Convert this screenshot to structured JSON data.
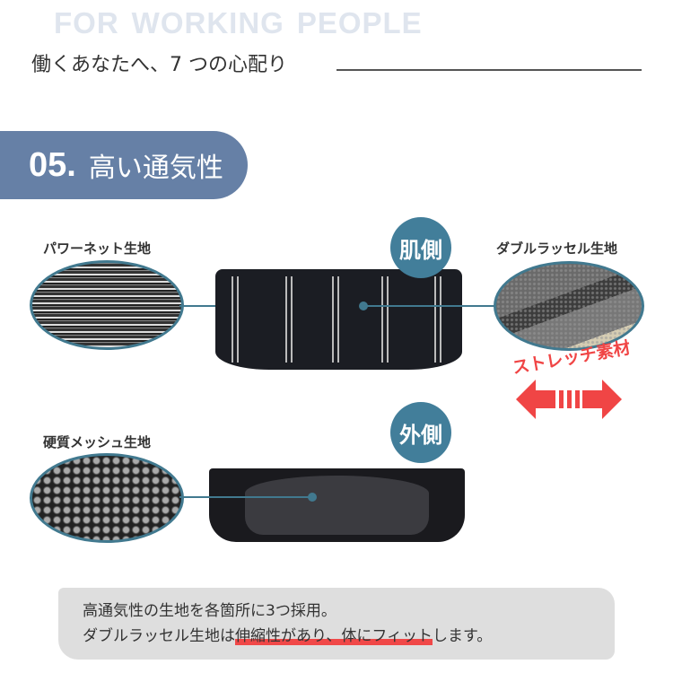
{
  "watermark": [
    "FOR",
    "WORKING",
    "PEOPLE"
  ],
  "tagline": "働くあなたへ、7 つの心配り",
  "section": {
    "number": "05.",
    "title": "高い通気性"
  },
  "badges": {
    "skin_side": "肌側",
    "outer_side": "外側"
  },
  "fabrics": {
    "power_net": "パワーネット生地",
    "double_raschel": "ダブルラッセル生地",
    "hard_mesh": "硬質メッシュ生地"
  },
  "stretch_label": "ストレッチ素材",
  "description": {
    "line1": "高通気性の生地を各箇所に3つ採用。",
    "line2_prefix": "ダブルラッセル生地は",
    "line2_highlight": "伸縮性があり、体にフィット",
    "line2_suffix": "します。"
  },
  "colors": {
    "banner": "#6680a6",
    "accent": "#427e9a",
    "highlight": "#f04848"
  }
}
